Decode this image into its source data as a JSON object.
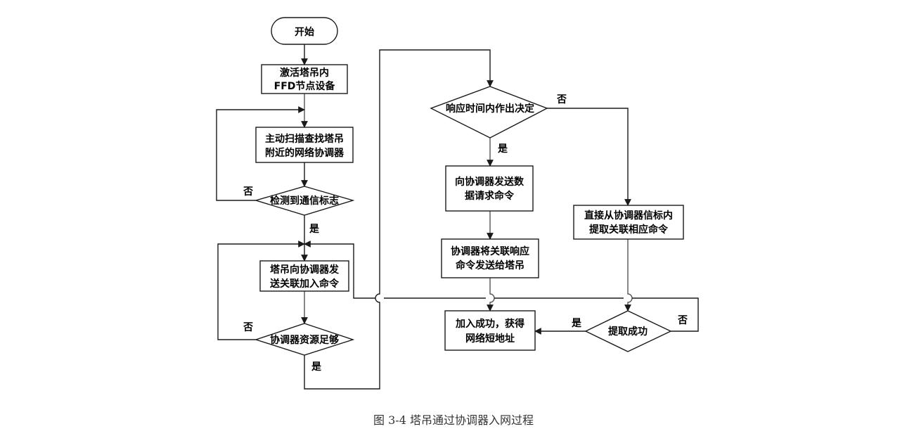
{
  "nodes": {
    "start": "开始",
    "activate": [
      "激活塔吊内",
      "FFD节点设备"
    ],
    "scan": [
      "主动扫描查找塔吊",
      "附近的网络协调器"
    ],
    "detect": "检测到通信标志",
    "send_join": [
      "塔吊向协调器发",
      "送关联加入命令"
    ],
    "resource": "协调器资源足够",
    "decide": "响应时间内作出决定",
    "send_data": [
      "向协调器发送数",
      "据请求命令"
    ],
    "coord_send": [
      "协调器将关联响应",
      "命令发送给塔吊"
    ],
    "success": [
      "加入成功，获得",
      "网络短地址"
    ],
    "extract": [
      "直接从协调器信标内",
      "提取关联相应命令"
    ],
    "extract_ok": "提取成功"
  },
  "labels": {
    "detect_no": "否",
    "detect_yes": "是",
    "resource_no": "否",
    "resource_yes": "是",
    "decide_no": "否",
    "decide_yes": "是",
    "extract_yes": "是",
    "extract_no": "否"
  },
  "caption": "图 3-4   塔吊通过协调器入网过程"
}
